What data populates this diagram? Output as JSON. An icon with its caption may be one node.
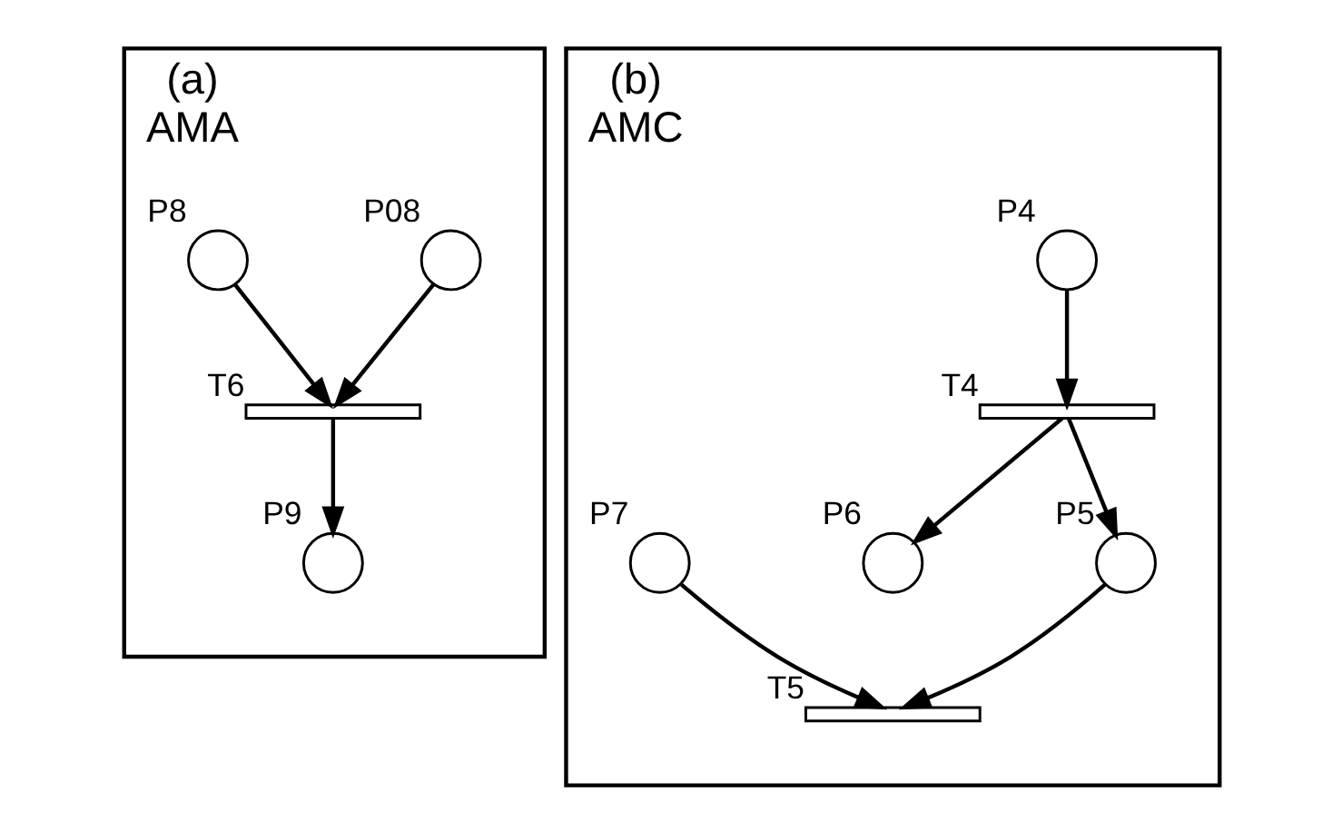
{
  "diagram": {
    "nodes": [
      {
        "text": [
          "(a)",
          "AMA"
        ]
      },
      {
        "text": [],
        "shape": "circle",
        "beside": [
          "P08"
        ],
        "in": 0
      },
      {
        "text": [],
        "shape": "circle",
        "beside": [
          "P8"
        ],
        "in": 0
      },
      {
        "text": [],
        "shape": "bar",
        "beside": [
          "T6"
        ],
        "in": 0
      },
      {
        "text": [],
        "shape": "circle",
        "beside": [
          "P9"
        ],
        "in": 0
      },
      {
        "text": [
          "(b)",
          "AMC"
        ]
      },
      {
        "text": [],
        "shape": "circle",
        "beside": [
          "P4"
        ],
        "in": 5
      },
      {
        "text": [],
        "shape": "bar",
        "beside": [
          "T4"
        ],
        "in": 5
      },
      {
        "text": [],
        "shape": "circle",
        "beside": [
          "P6"
        ],
        "in": 5
      },
      {
        "text": [],
        "shape": "circle",
        "beside": [
          "P5"
        ],
        "in": 5
      },
      {
        "text": [],
        "shape": "circle",
        "beside": [
          "P7"
        ],
        "in": 5
      },
      {
        "text": [],
        "shape": "bar",
        "beside": [
          "T5"
        ],
        "in": 5
      }
    ],
    "edges": [
      {
        "from": 1,
        "to": 3,
        "arrow": "to"
      },
      {
        "from": 2,
        "to": 3,
        "arrow": "to"
      },
      {
        "from": 3,
        "to": 4,
        "arrow": "to"
      },
      {
        "from": 6,
        "to": 7,
        "arrow": "to"
      },
      {
        "from": 7,
        "to": 8,
        "arrow": "to"
      },
      {
        "from": 7,
        "to": 9,
        "arrow": "to"
      },
      {
        "from": 9,
        "to": 11,
        "arrow": "to"
      },
      {
        "from": 10,
        "to": 11,
        "arrow": "to"
      }
    ]
  }
}
